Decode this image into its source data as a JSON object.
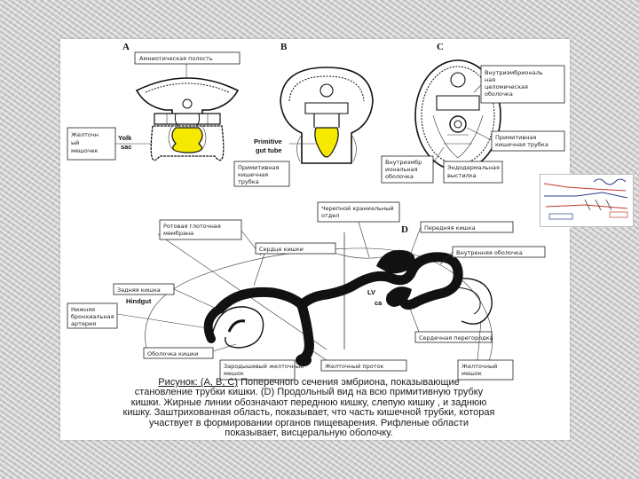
{
  "figure": {
    "panel_letters": [
      "A",
      "B",
      "C",
      "D"
    ],
    "panel_a": {
      "amniotic_cavity": "Амниотическая полость",
      "vitelline_membrane_left_1": "Желточн",
      "vitelline_membrane_left_2": "ый",
      "vitelline_membrane_left_3": "мешочек",
      "yolk_sac_1": "Yolk",
      "yolk_sac_2": "sac"
    },
    "panel_b": {
      "primitive_gut_en_1": "Primitive",
      "primitive_gut_en_2": "gut tube",
      "primitive_gut_ru_1": "Примитивная",
      "primitive_gut_ru_2": "кишечная",
      "primitive_gut_ru_3": "трубка"
    },
    "panel_c": {
      "intraembryonic_1": "Внутриэмбриональ",
      "intraembryonic_2": "ная",
      "intraembryonic_3": "целомическая",
      "intraembryonic_4": "оболочка",
      "primitive_tube_1": "Примитивная",
      "primitive_tube_2": "кишечная трубка",
      "internal_membrane_1": "Внутриэмбр",
      "internal_membrane_2": "иональная",
      "internal_membrane_3": "оболочка",
      "endodermal_1": "Эндодермальная",
      "endodermal_2": "выстилка"
    },
    "panel_d": {
      "oropharyngeal_1": "Ротовая глоточная",
      "oropharyngeal_2": "мембрана",
      "cranial_flexure_1": "Черепной краниальный",
      "cranial_flexure_2": "отдел",
      "foregut": "Передняя кишка",
      "heart": "Сердце кишки",
      "inner_membrane": "Внутренняя оболочка",
      "hindgut_ru": "Задняя кишка",
      "hindgut_en": "Hindgut",
      "lower_branchial_1": "Нижняя",
      "lower_branchial_2": "бронхиальная",
      "lower_branchial_3": "артерия",
      "gut_membrane": "Оболочка кишки",
      "cut_heart": "Сердечная перегородка",
      "allantois_1": "Зародышевый желточный",
      "allantois_2": "мешок",
      "yolk_stalk": "Желточный проток",
      "yolk_sac_1": "Желточный",
      "yolk_sac_2": "мешок",
      "mark_lv": "LV",
      "mark_ca": "ca"
    }
  },
  "caption": {
    "title": "Рисунок: (A, B, C)",
    "line1_rest": " Поперечного сечения эмбриона, показывающие",
    "line2": "становление трубки кишки. (D) Продольный вид на всю примитивную трубку",
    "line3": "кишки. Жирные линии обозначают переднюю кишку, слепую кишку , и заднюю",
    "line4": "кишку. Заштрихованная область, показывает, что часть кишечной трубки, которая",
    "line5": "участвует в формировании органов пищеварения. Рифленые области",
    "line6": "показывает, висцеральную оболочку."
  },
  "colors": {
    "yolk_highlight": "#f5e900",
    "ink": "#111111",
    "background": "#d6d6d6"
  }
}
